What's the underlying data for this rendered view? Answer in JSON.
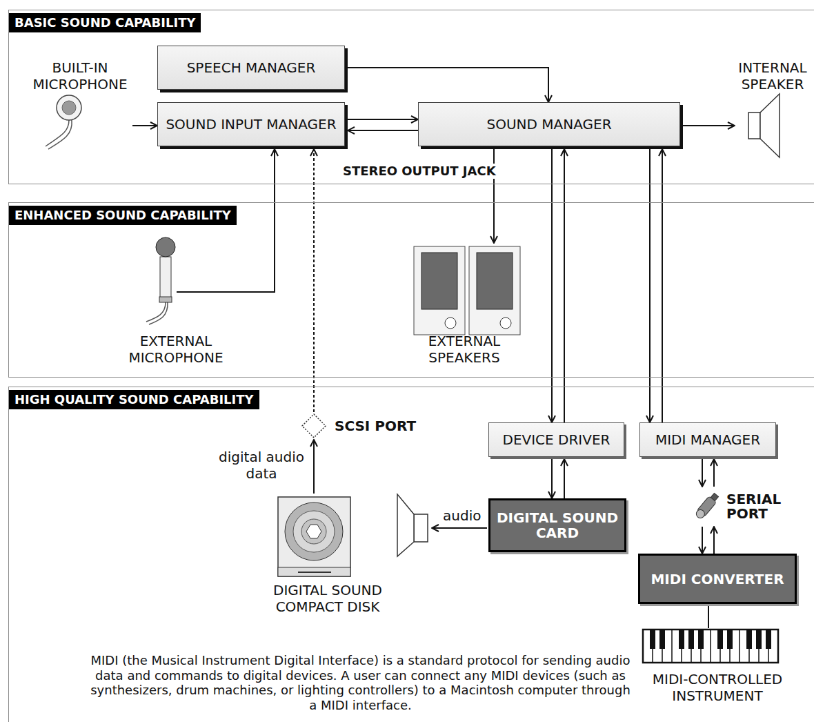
{
  "diagram": {
    "nodes": [
      {
        "text": [
          "BASIC SOUND CAPABILITY"
        ]
      },
      {
        "text": [
          "BUILT-IN MICROPHONE"
        ],
        "in": 0
      },
      {
        "text": [
          "SPEECH MANAGER"
        ],
        "in": 0
      },
      {
        "text": [
          "SOUND INPUT MANAGER"
        ],
        "in": 0
      },
      {
        "text": [
          "SOUND MANAGER"
        ],
        "in": 0
      },
      {
        "text": [
          "INTERNAL SPEAKER"
        ],
        "in": 0
      },
      {
        "text": [
          "ENHANCED SOUND CAPABILITY"
        ]
      },
      {
        "text": [
          "EXTERNAL MICROPHONE"
        ],
        "in": 6
      },
      {
        "text": [
          "EXTERNAL SPEAKERS"
        ],
        "in": 6
      },
      {
        "text": [
          "HIGH QUALITY SOUND CAPABILITY"
        ]
      },
      {
        "text": [
          "SCSI PORT"
        ],
        "in": 9
      },
      {
        "text": [
          "DEVICE DRIVER"
        ],
        "in": 9
      },
      {
        "text": [
          "MIDI MANAGER"
        ],
        "in": 9
      },
      {
        "text": [
          "DIGITAL SOUND COMPACT DISK"
        ],
        "in": 9
      },
      {
        "text": [
          "DIGITAL SOUND CARD"
        ],
        "in": 9
      },
      {
        "text": [
          "SERIAL PORT"
        ],
        "in": 9
      },
      {
        "text": [
          "MIDI CONVERTER"
        ],
        "in": 9
      },
      {
        "text": [
          "MIDI-CONTROLLED INSTRUMENT"
        ],
        "in": 9
      }
    ],
    "edges": [
      {
        "from": 1,
        "to": 3,
        "arrow": "to"
      },
      {
        "from": 2,
        "to": 4,
        "arrow": "to"
      },
      {
        "from": 3,
        "to": 4,
        "arrow": "to"
      },
      {
        "from": 4,
        "to": 3,
        "arrow": "to"
      },
      {
        "from": 4,
        "to": 5,
        "arrow": "to"
      },
      {
        "from": 4,
        "to": 8,
        "arrow": "to"
      },
      {
        "from": 7,
        "to": 3,
        "arrow": "to"
      },
      {
        "from": 10,
        "to": 3,
        "arrow": "to"
      },
      {
        "from": 13,
        "to": 10,
        "label": "digital audio data",
        "arrow": "to"
      },
      {
        "from": 4,
        "to": 11,
        "arrow": "to"
      },
      {
        "from": 11,
        "to": 4,
        "arrow": "to"
      },
      {
        "from": 4,
        "to": 12,
        "arrow": "to"
      },
      {
        "from": 12,
        "to": 4,
        "arrow": "to"
      },
      {
        "from": 11,
        "to": 14,
        "arrow": "to"
      },
      {
        "from": 14,
        "to": 11,
        "arrow": "to"
      },
      {
        "from": 12,
        "to": 15,
        "arrow": "to"
      },
      {
        "from": 15,
        "to": 12,
        "arrow": "to"
      },
      {
        "from": 15,
        "to": 16,
        "arrow": "to"
      },
      {
        "from": 16,
        "to": 15,
        "arrow": "to"
      },
      {
        "from": 16,
        "to": 17,
        "arrow": "none"
      }
    ],
    "labels": [
      "STEREO OUTPUT JACK",
      "audio",
      "MIDI (the Musical Instrument Digital Interface) is a standard protocol for sending audio data and commands to digital devices. A user can connect any MIDI devices (such as synthesizers, drum machines, or lighting controllers) to a Macintosh computer through a MIDI interface."
    ]
  }
}
